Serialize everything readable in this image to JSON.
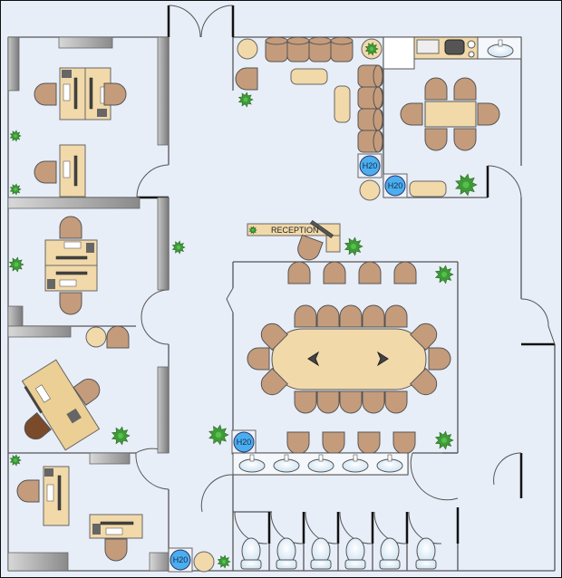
{
  "plan": {
    "reception_label": "RECEPTION",
    "water_cooler_label": "H20",
    "water_coolers": [
      {
        "label": "H20"
      },
      {
        "label": "H20"
      },
      {
        "label": "H20"
      },
      {
        "label": "H20"
      }
    ]
  },
  "colors": {
    "background": "#e8eef8",
    "wall": "#555555",
    "chair": "#c49c7c",
    "dark_chair": "#7a4a2a",
    "desk": "#f1d9aa",
    "plant": "#3f9a38",
    "water_cooler": "#4aaef0",
    "fixture": "#ffffff"
  }
}
